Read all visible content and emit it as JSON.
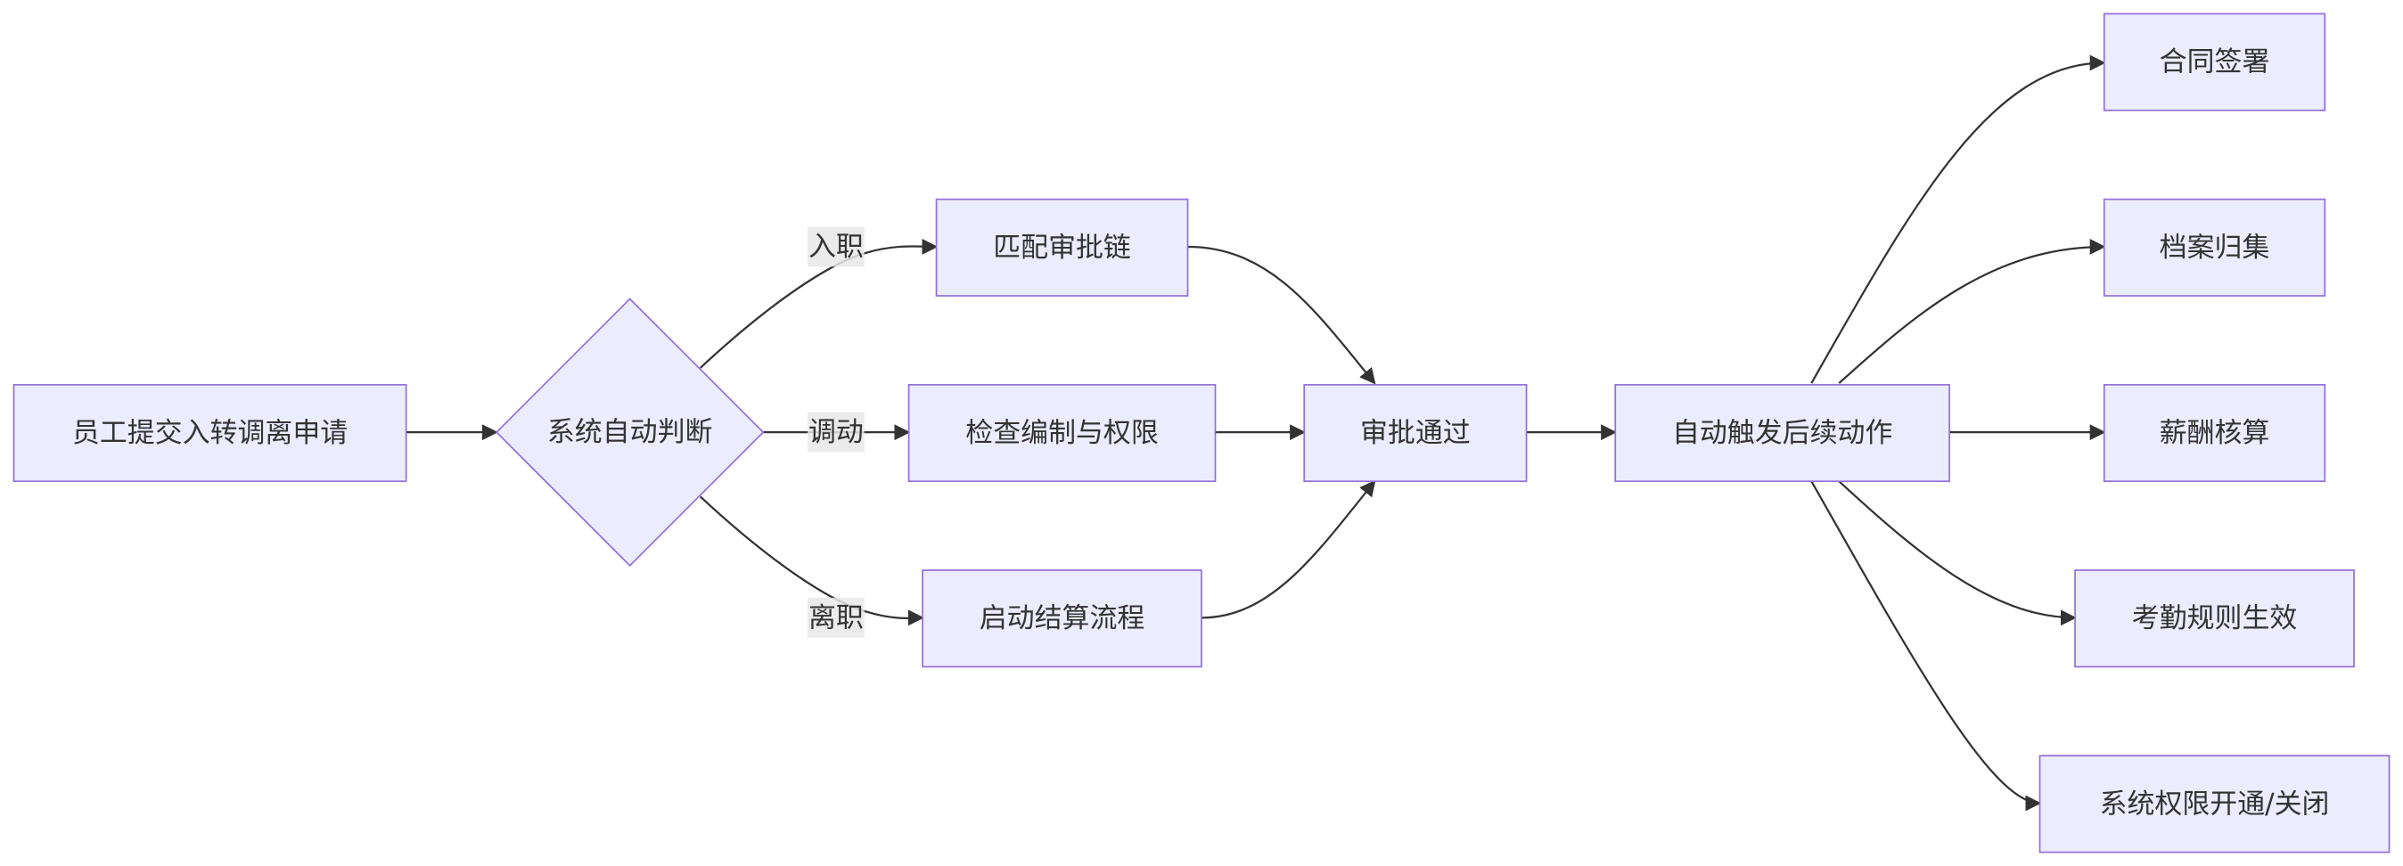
{
  "diagram": {
    "colors": {
      "node_fill": "#ECECFF",
      "node_stroke": "#9370DB",
      "edge": "#333333",
      "text": "#333333",
      "label_bg": "#e8e8e8"
    },
    "nodes": {
      "submit": "员工提交入转调离申请",
      "judge": "系统自动判断",
      "match_chain": "匹配审批链",
      "check_quota": "检查编制与权限",
      "start_settle": "启动结算流程",
      "approved": "审批通过",
      "trigger": "自动触发后续动作",
      "contract": "合同签署",
      "archive": "档案归集",
      "payroll": "薪酬核算",
      "attendance": "考勤规则生效",
      "access": "系统权限开通/关闭"
    },
    "edge_labels": {
      "onboard": "入职",
      "transfer": "调动",
      "leave": "离职"
    }
  }
}
